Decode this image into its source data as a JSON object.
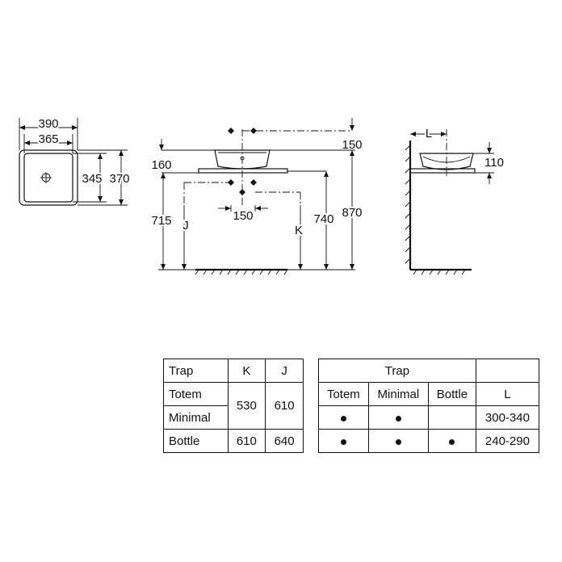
{
  "top_view": {
    "outer_width": "390",
    "inner_width": "365",
    "inner_depth": "345",
    "outer_depth": "370"
  },
  "front_view": {
    "trap_offset_top": "150",
    "basin_height": "160",
    "hole_spacing": "150",
    "counter_height": "715",
    "label_j": "J",
    "label_k": "K",
    "counter_top": "740",
    "basin_top": "870"
  },
  "side_view": {
    "label_l": "L",
    "basin_height": "110"
  },
  "trap_table": {
    "headers": [
      "Trap",
      "K",
      "J"
    ],
    "rows": [
      {
        "trap": "Totem"
      },
      {
        "trap": "Minimal"
      },
      {
        "trap": "Bottle",
        "k": "610",
        "j": "640"
      }
    ],
    "merged_k": "530",
    "merged_j": "610"
  },
  "option_table": {
    "group_header": "Trap",
    "columns": [
      "Totem",
      "Minimal",
      "Bottle",
      "L"
    ],
    "rows": [
      {
        "totem": true,
        "minimal": true,
        "bottle": false,
        "l": "300-340"
      },
      {
        "totem": true,
        "minimal": true,
        "bottle": true,
        "l": "240-290"
      }
    ]
  }
}
